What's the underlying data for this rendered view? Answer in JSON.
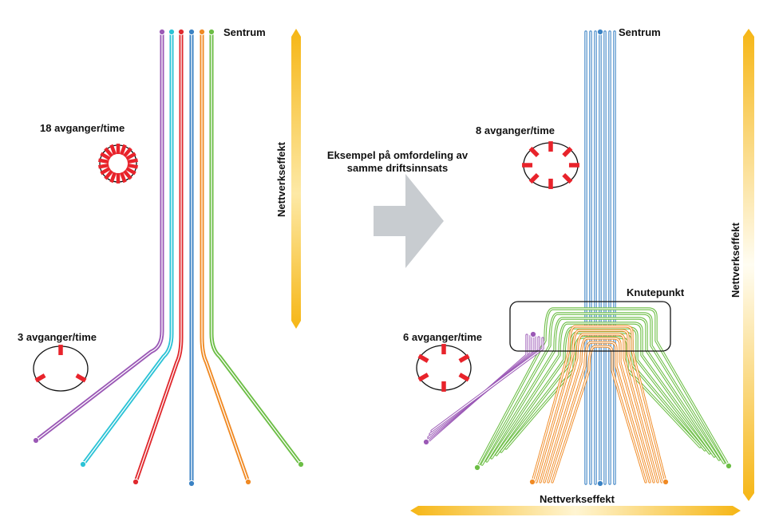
{
  "left": {
    "sentrum_label": "Sentrum",
    "freq_high_label": "18 avganger/time",
    "freq_high_value": 18,
    "freq_low_label": "3 avganger/time",
    "freq_low_value": 3,
    "axis_label": "Nettverkseffekt",
    "line_colors": [
      "#9b59b6",
      "#2cc3d6",
      "#e02a2f",
      "#3a82c4",
      "#f08a24",
      "#6cbe45"
    ]
  },
  "middle": {
    "caption_line1": "Eksempel på omfordeling av",
    "caption_line2": "samme driftsinnsats"
  },
  "right": {
    "sentrum_label": "Sentrum",
    "freq_high_label": "8 avganger/time",
    "freq_high_value": 8,
    "freq_low_label": "6 avganger/time",
    "freq_low_value": 6,
    "hub_label": "Knutepunkt",
    "axis_vertical_label": "Nettverkseffekt",
    "axis_horizontal_label": "Nettverkseffekt"
  },
  "colors": {
    "purple": "#9b59b6",
    "cyan": "#2cc3d6",
    "red": "#e02a2f",
    "blue": "#3a82c4",
    "orange": "#f08a24",
    "green": "#6cbe45",
    "arrow_gray": "#c8ccd0",
    "axis_gold": "#f6b615",
    "clock_red": "#e8232b"
  }
}
